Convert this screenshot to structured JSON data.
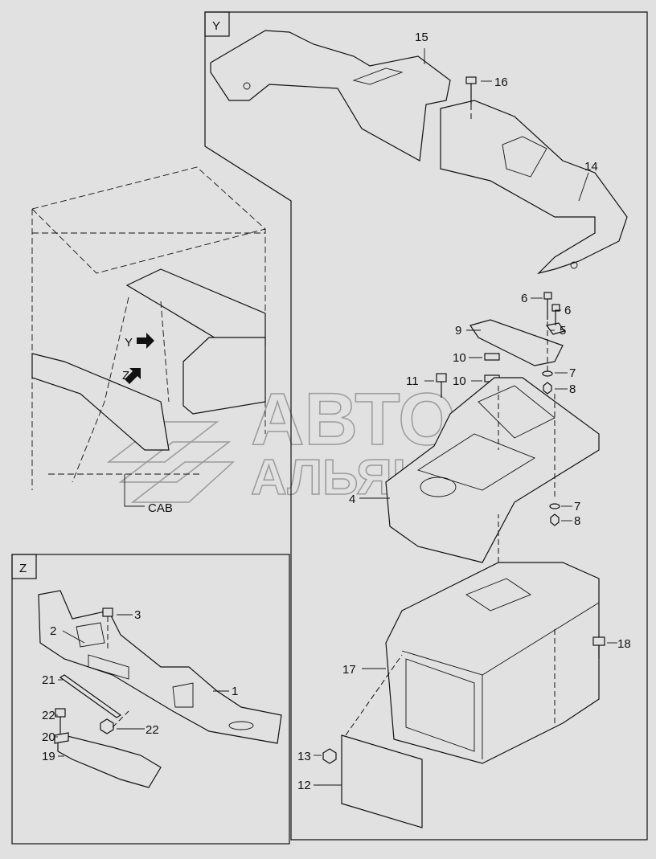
{
  "sections": {
    "y": "Y",
    "z": "Z"
  },
  "view_markers": {
    "y": "Y",
    "z": "Z",
    "cab": "CAB"
  },
  "callouts": {
    "c15": "15",
    "c16": "16",
    "c14": "14",
    "c6a": "6",
    "c6b": "6",
    "c9": "9",
    "c5": "5",
    "c10a": "10",
    "c10b": "10",
    "c11": "11",
    "c7a": "7",
    "c8a": "8",
    "c4": "4",
    "c7b": "7",
    "c8b": "8",
    "c18": "18",
    "c17": "17",
    "c13": "13",
    "c12": "12",
    "c3": "3",
    "c2": "2",
    "c21": "21",
    "c1": "1",
    "c22a": "22",
    "c22b": "22",
    "c20": "20",
    "c19": "19"
  },
  "watermark": {
    "line1": "АВТО",
    "line2": "АЛЬЯНС"
  }
}
